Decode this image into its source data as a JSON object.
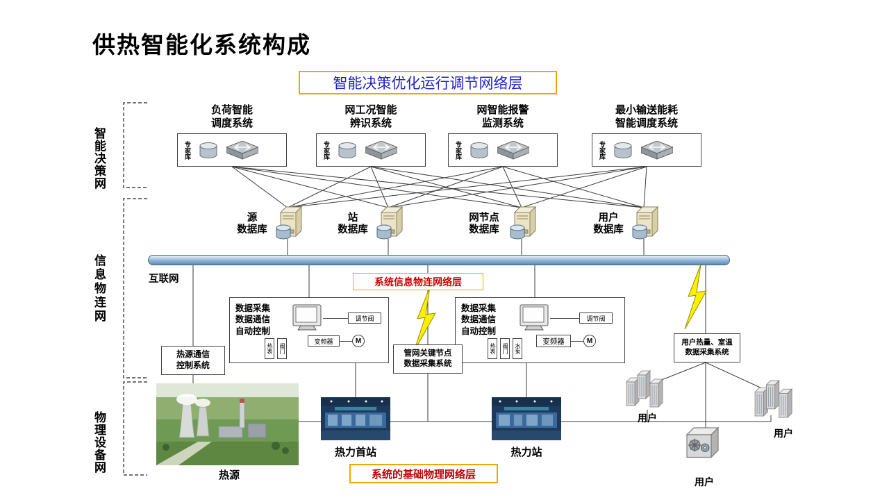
{
  "title": "供热智能化系统构成",
  "banners": {
    "top": "智能决策优化运行调节网络层",
    "middle": "系统信息物连网络层",
    "bottom": "系统的基础物理网络层"
  },
  "layers": {
    "decision": "智能决策网",
    "info": "信息物连网",
    "physical": "物理设备网"
  },
  "decision_systems": [
    {
      "name": "负荷智能\n调度系统",
      "expert": "专家库"
    },
    {
      "name": "网工况智能\n辨识系统",
      "expert": "专家库"
    },
    {
      "name": "网智能报警\n监测系统",
      "expert": "专家库"
    },
    {
      "name": "最小输送能耗\n智能调度系统",
      "expert": "专家库"
    }
  ],
  "databases": [
    {
      "name": "源\n数据库"
    },
    {
      "name": "站\n数据库"
    },
    {
      "name": "网节点\n数据库"
    },
    {
      "name": "用户\n数据库"
    }
  ],
  "internet": {
    "label": "互联网"
  },
  "scada": {
    "functions": "数据采集\n数据通信\n自动控制",
    "valve": "调节阀",
    "vfd": "变频器",
    "motor": "M",
    "devices_left": [
      "热表",
      "阀门"
    ],
    "devices_right": [
      "热表",
      "阀门",
      "水泵"
    ]
  },
  "subsystems": {
    "heat_source_comm": "热源通信\n控制系统",
    "pipe_nodes": "管网关键节点\n数据采集系统",
    "user_metering": "用户热量、室温\n数据采集系统"
  },
  "physical_nodes": {
    "heat_source": "热源",
    "primary_station": "热力首站",
    "substation": "热力站",
    "user": "用户"
  },
  "colors": {
    "accent_orange": "#eda800",
    "banner_blue": "#2323c8",
    "alert_red": "#c00000",
    "bus_blue": "#8fb4d4",
    "bolt_yellow": "#ffef00"
  }
}
